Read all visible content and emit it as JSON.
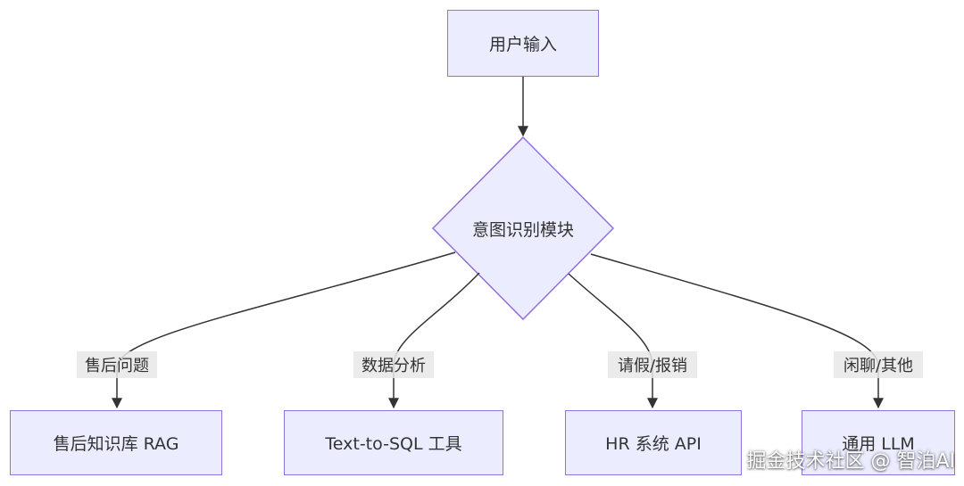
{
  "diagram": {
    "nodes": {
      "input": "用户输入",
      "intent": "意图识别模块",
      "rag": "售后知识库 RAG",
      "sql": "Text-to-SQL 工具",
      "hr": "HR 系统 API",
      "llm": "通用 LLM"
    },
    "edge_labels": {
      "aftersales": "售后问题",
      "analysis": "数据分析",
      "leave": "请假/报销",
      "chat": "闲聊/其他"
    },
    "colors": {
      "node_fill": "#ececff",
      "node_border": "#9370db",
      "edge": "#333333",
      "label_bg": "#e8e8e8"
    }
  },
  "watermark": "掘金技术社区 @ 智泊AI"
}
